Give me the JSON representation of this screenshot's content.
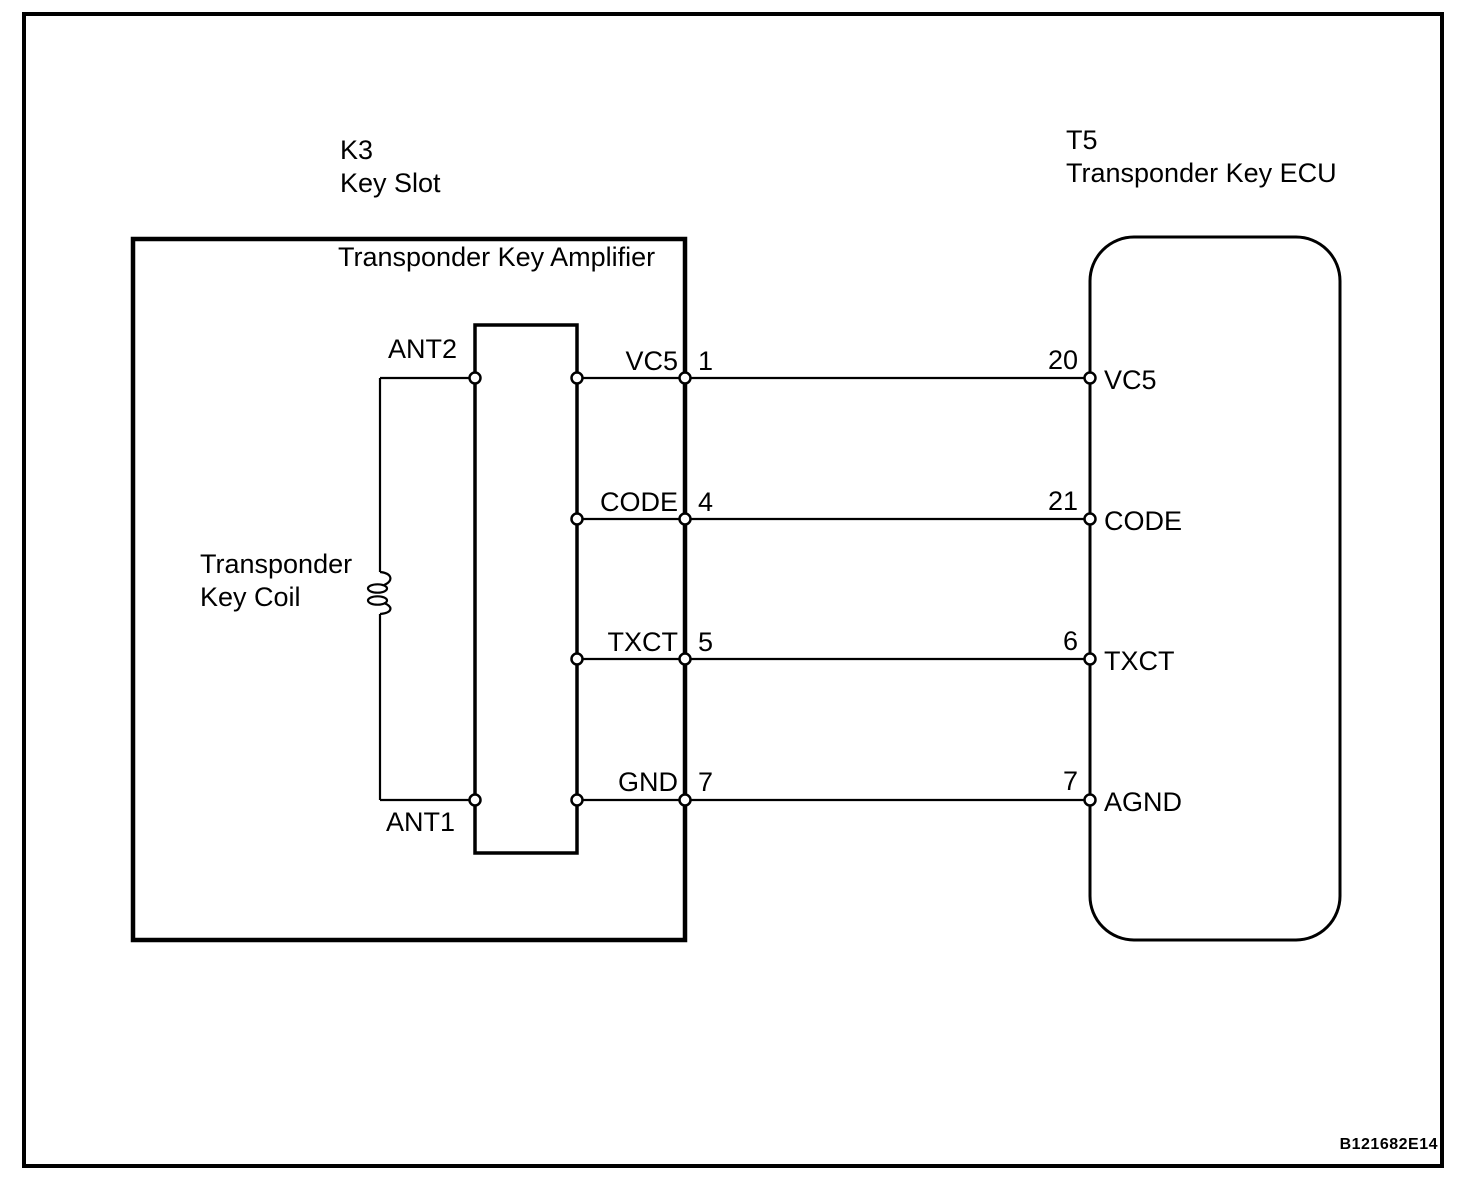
{
  "figure": {
    "id": "B121682E14"
  },
  "key_slot": {
    "code": "K3",
    "name": "Key Slot",
    "amplifier_label": "Transponder Key Amplifier",
    "coil_label_line1": "Transponder",
    "coil_label_line2": "Key Coil",
    "ant2_label": "ANT2",
    "ant1_label": "ANT1"
  },
  "ecu": {
    "code": "T5",
    "name": "Transponder Key ECU"
  },
  "connections": [
    {
      "amp_label": "VC5",
      "amp_pin": "1",
      "ecu_pin": "20",
      "ecu_label": "VC5"
    },
    {
      "amp_label": "CODE",
      "amp_pin": "4",
      "ecu_pin": "21",
      "ecu_label": "CODE"
    },
    {
      "amp_label": "TXCT",
      "amp_pin": "5",
      "ecu_pin": "6",
      "ecu_label": "TXCT"
    },
    {
      "amp_label": "GND",
      "amp_pin": "7",
      "ecu_pin": "7",
      "ecu_label": "AGND"
    }
  ],
  "colors": {
    "line": "#000000",
    "background": "#ffffff"
  }
}
